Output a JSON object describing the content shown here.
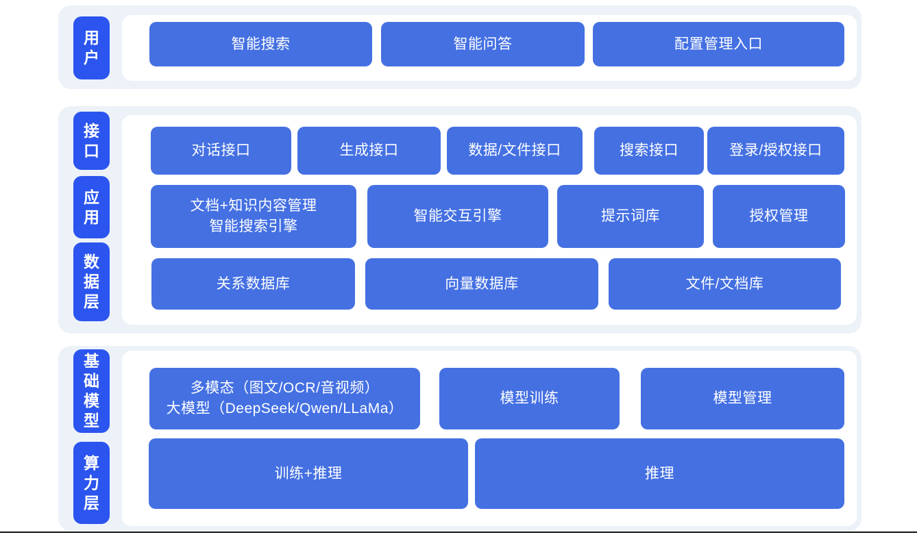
{
  "colors": {
    "tab_blue": "#2b55ee",
    "node_blue": "#4470e2",
    "layer_panel_bg": "#edf2f9",
    "card_bg": "#ffffff",
    "text_on_blue": "#ffffff",
    "bottom_rule": "#121212"
  },
  "tabs": {
    "user": "用户",
    "interface": "接口",
    "application": "应用",
    "data_layer": "数据层",
    "base_model": "基础模型",
    "compute_layer": "算力层"
  },
  "user_row": {
    "smart_search": "智能搜索",
    "smart_qa": "智能问答",
    "config_entry": "配置管理入口"
  },
  "interface_row": {
    "dialog_api": "对话接口",
    "generate_api": "生成接口",
    "data_file_api": "数据/文件接口",
    "search_api": "搜索接口",
    "login_auth_api": "登录/授权接口"
  },
  "application_row": {
    "doc_mgmt_line1": "文档+知识内容管理",
    "doc_mgmt_line2": "智能搜索引擎",
    "interaction_engine": "智能交互引擎",
    "prompt_library": "提示词库",
    "auth_mgmt": "授权管理"
  },
  "data_row": {
    "relational_db": "关系数据库",
    "vector_db": "向量数据库",
    "file_doc_store": "文件/文档库"
  },
  "model_row": {
    "multimodal_line1": "多模态（图文/OCR/音视频）",
    "multimodal_line2": "大模型（DeepSeek/Qwen/LLaMa）",
    "model_training": "模型训练",
    "model_mgmt": "模型管理"
  },
  "compute_row": {
    "train_inference": "训练+推理",
    "inference": "推理"
  }
}
